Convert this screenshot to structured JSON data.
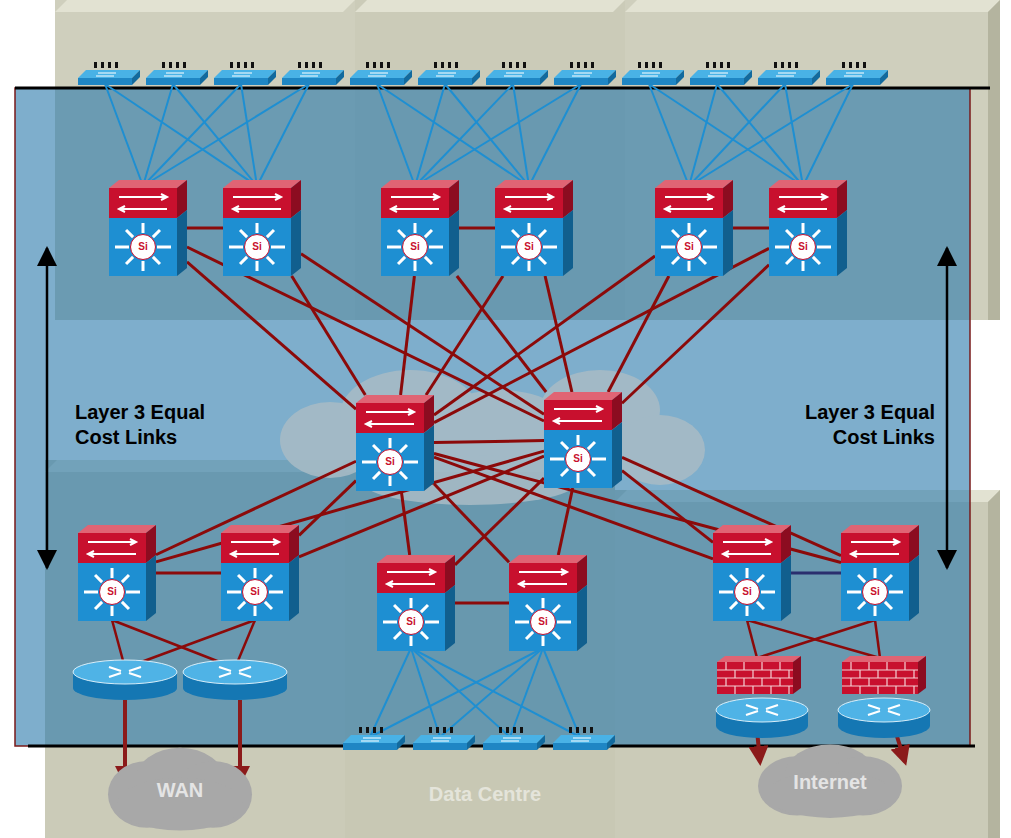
{
  "diagram": {
    "nodes": [
      {
        "text": [
          "Si"
        ]
      },
      {
        "text": [
          "Si"
        ]
      },
      {
        "text": [
          "Si"
        ]
      },
      {
        "text": [
          "Si"
        ]
      },
      {
        "text": [
          "Si"
        ]
      },
      {
        "text": [
          "Si"
        ]
      },
      {
        "text": [
          "Si"
        ]
      },
      {
        "text": [
          "Si"
        ]
      },
      {
        "text": [
          "Si"
        ]
      },
      {
        "text": [
          "Si"
        ]
      },
      {
        "text": [
          "Si"
        ]
      },
      {
        "text": [
          "Si"
        ]
      },
      {
        "text": [
          "Si"
        ]
      },
      {
        "text": [
          "Si"
        ]
      },
      {
        "text": [
          "WAN"
        ]
      },
      {
        "text": [
          "Internet"
        ]
      }
    ],
    "edges": [
      {
        "from": 0,
        "to": 1,
        "arrow": "none"
      },
      {
        "from": 2,
        "to": 3,
        "arrow": "none"
      },
      {
        "from": 4,
        "to": 5,
        "arrow": "none"
      },
      {
        "from": 0,
        "to": 6,
        "arrow": "none"
      },
      {
        "from": 0,
        "to": 7,
        "arrow": "none"
      },
      {
        "from": 1,
        "to": 6,
        "arrow": "none"
      },
      {
        "from": 1,
        "to": 7,
        "arrow": "none"
      },
      {
        "from": 2,
        "to": 6,
        "arrow": "none"
      },
      {
        "from": 2,
        "to": 7,
        "arrow": "none"
      },
      {
        "from": 3,
        "to": 6,
        "arrow": "none"
      },
      {
        "from": 3,
        "to": 7,
        "arrow": "none"
      },
      {
        "from": 4,
        "to": 6,
        "arrow": "none"
      },
      {
        "from": 4,
        "to": 7,
        "arrow": "none"
      },
      {
        "from": 5,
        "to": 6,
        "arrow": "none"
      },
      {
        "from": 5,
        "to": 7,
        "arrow": "none"
      },
      {
        "from": 6,
        "to": 7,
        "arrow": "none"
      },
      {
        "from": 6,
        "to": 8,
        "arrow": "none"
      },
      {
        "from": 6,
        "to": 9,
        "arrow": "none"
      },
      {
        "from": 7,
        "to": 8,
        "arrow": "none"
      },
      {
        "from": 7,
        "to": 9,
        "arrow": "none"
      },
      {
        "from": 6,
        "to": 10,
        "arrow": "none"
      },
      {
        "from": 6,
        "to": 11,
        "arrow": "none"
      },
      {
        "from": 7,
        "to": 10,
        "arrow": "none"
      },
      {
        "from": 7,
        "to": 11,
        "arrow": "none"
      },
      {
        "from": 6,
        "to": 12,
        "arrow": "none"
      },
      {
        "from": 6,
        "to": 13,
        "arrow": "none"
      },
      {
        "from": 7,
        "to": 12,
        "arrow": "none"
      },
      {
        "from": 7,
        "to": 13,
        "arrow": "none"
      },
      {
        "from": 8,
        "to": 9,
        "arrow": "none"
      },
      {
        "from": 10,
        "to": 11,
        "arrow": "none"
      },
      {
        "from": 12,
        "to": 13,
        "arrow": "none"
      }
    ],
    "labels": [
      "Layer 3 Equal Cost Links",
      "Layer 3 Equal Cost Links",
      "Data Centre"
    ]
  }
}
